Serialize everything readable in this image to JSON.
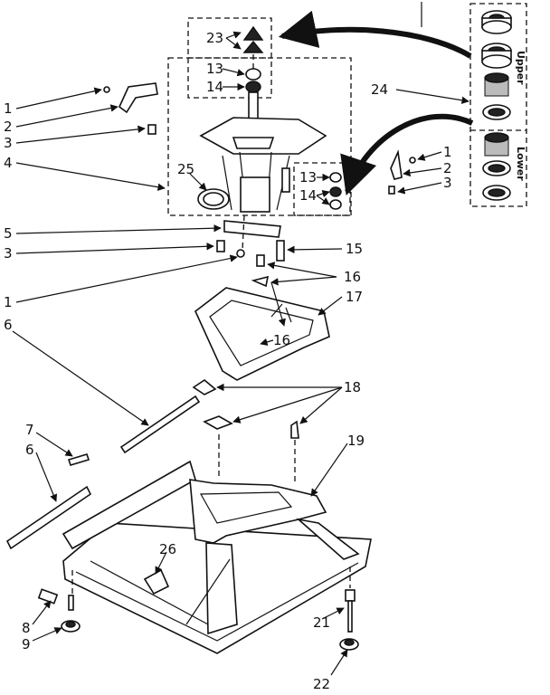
{
  "callouts": {
    "c1a": "1",
    "c2a": "2",
    "c3a": "3",
    "c4": "4",
    "c25": "25",
    "c23": "23",
    "c13a": "13",
    "c14a": "14",
    "c13b": "13",
    "c14b": "14",
    "c1b": "1",
    "c2b": "2",
    "c3b": "3",
    "c24": "24",
    "c5": "5",
    "c3c": "3",
    "c15": "15",
    "c1c": "1",
    "c16a": "16",
    "c17": "17",
    "c16b": "16",
    "c6a": "6",
    "c18": "18",
    "c7": "7",
    "c6b": "6",
    "c19": "19",
    "c26": "26",
    "c8": "8",
    "c9": "9",
    "c21": "21",
    "c22": "22"
  },
  "side_labels": {
    "upper": "Upper",
    "lower": "Lower"
  }
}
